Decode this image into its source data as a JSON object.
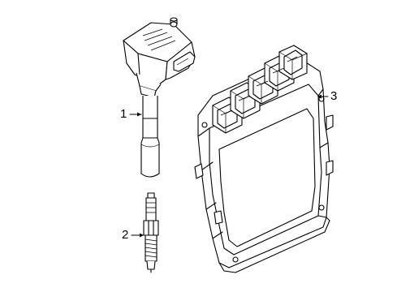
{
  "diagram": {
    "callouts": [
      {
        "id": "1",
        "label": "1",
        "part": "ignition-coil"
      },
      {
        "id": "2",
        "label": "2",
        "part": "spark-plug"
      },
      {
        "id": "3",
        "label": "3",
        "part": "engine-control-module"
      }
    ],
    "colors": {
      "line": "#000000",
      "background": "#ffffff"
    }
  }
}
